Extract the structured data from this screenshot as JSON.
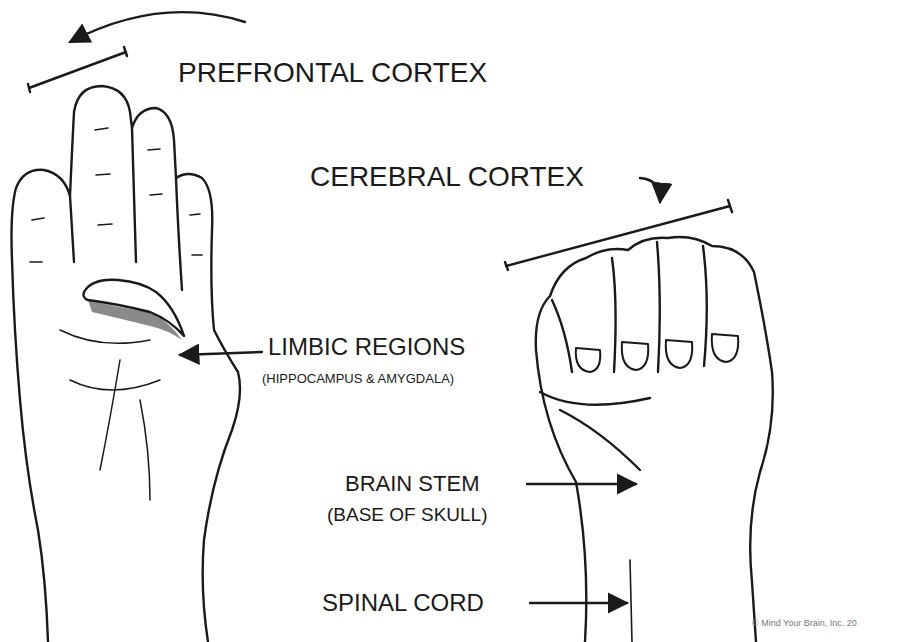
{
  "diagram": {
    "labels": [
      "PREFRONTAL CORTEX",
      "CEREBRAL CORTEX",
      "LIMBIC REGIONS",
      "(HIPPOCAMPUS & AMYGDALA)",
      "BRAIN STEM",
      "(BASE OF SKULL)",
      "SPINAL CORD",
      "© Mind Your Brain, Inc. 20"
    ]
  }
}
